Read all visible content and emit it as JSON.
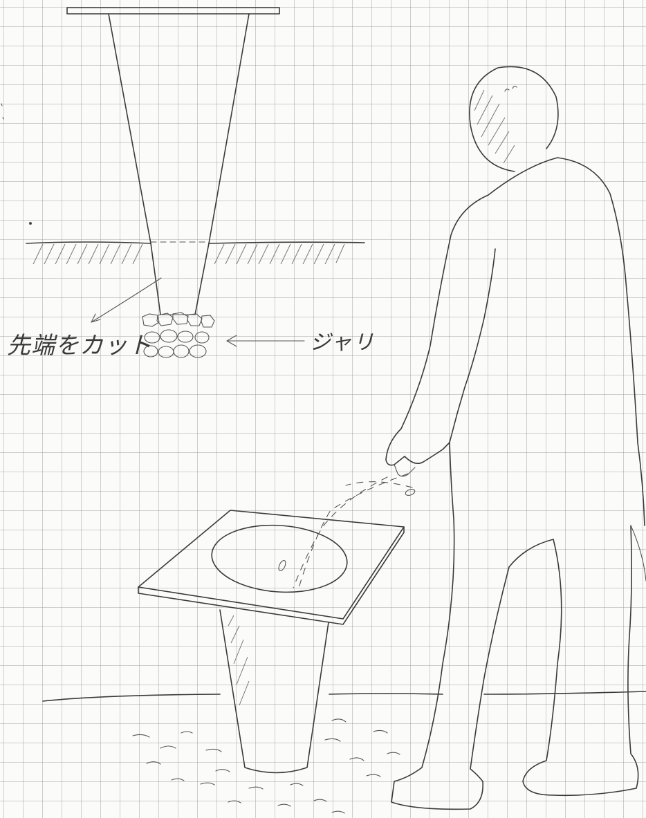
{
  "annotations": {
    "cut_tip": "先端をカット",
    "gravel": "ジャリ"
  },
  "figure_parts": [
    {
      "name": "cone-cross-section",
      "icon": "inverted-cone"
    },
    {
      "name": "ground-line",
      "icon": "hatched-ground"
    },
    {
      "name": "gravel-bed",
      "icon": "pebbles"
    },
    {
      "name": "urinal-with-tray",
      "icon": "square-tray-with-bowl"
    },
    {
      "name": "standing-person",
      "icon": "person-outline"
    }
  ],
  "colors": {
    "paper": "#fbfbfa",
    "grid": "#969696",
    "pencil": "#3a3a3a"
  }
}
